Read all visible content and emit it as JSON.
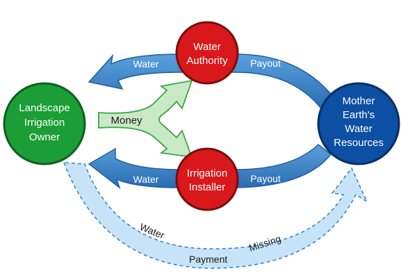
{
  "nodes": {
    "owner": {
      "lines": [
        "Landscape",
        "Irrigation",
        "Owner"
      ],
      "color": "#1a9e35"
    },
    "authority": {
      "lines": [
        "Water",
        "Authority"
      ],
      "color": "#d8181a"
    },
    "installer": {
      "lines": [
        "Irrigation",
        "Installer"
      ],
      "color": "#d8181a"
    },
    "earth": {
      "lines": [
        "Mother",
        "Earth's",
        "Water",
        "Resources"
      ],
      "color": "#0d4fa3"
    }
  },
  "arrows": {
    "top_water": "Water",
    "top_payout": "Payout",
    "bottom_water": "Water",
    "bottom_payout": "Payout",
    "money": "Money",
    "missing_water": "Water",
    "missing_payment": "Payment",
    "missing_missing": "Missing"
  },
  "colors": {
    "flow_blue": "#3a86cc",
    "flow_blue_dark": "#1f5e9e",
    "money_green": "#c9e8c5",
    "money_stroke": "#3aa64a",
    "missing_fill": "#c7e3f7",
    "missing_stroke": "#2f7fc1"
  }
}
